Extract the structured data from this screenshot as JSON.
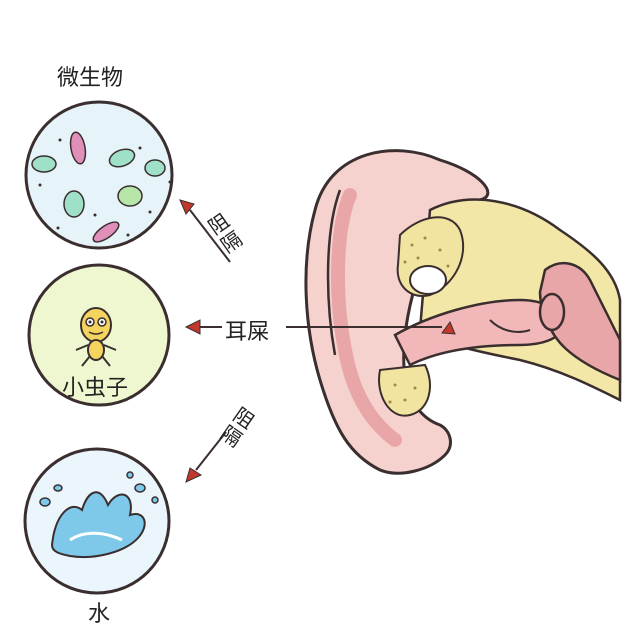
{
  "labels": {
    "microbes": "微生物",
    "insects": "小虫子",
    "water": "水",
    "earwax": "耳屎",
    "block_top": "阻隔",
    "block_bottom": "阻隔"
  },
  "icons": {
    "microbes_circle": "microbes-icon",
    "insect_circle": "bug-icon",
    "water_circle": "water-splash-icon",
    "ear": "ear-cross-section-icon"
  },
  "colors": {
    "outline": "#3a2e2e",
    "microbe_bg": "#e6f3f8",
    "insect_bg": "#eef7cf",
    "water_bg": "#eaf6fb",
    "skin": "#f6d2cf",
    "skin_dark": "#e9a6a8",
    "canal_yellow": "#f3e7a8",
    "arrow_red": "#c0392b"
  }
}
